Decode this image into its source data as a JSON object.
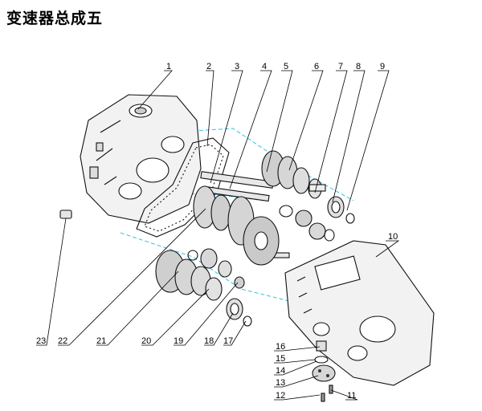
{
  "title": "变速器总成五",
  "callouts": [
    "1",
    "2",
    "3",
    "4",
    "5",
    "6",
    "7",
    "8",
    "9",
    "10",
    "11",
    "12",
    "13",
    "14",
    "15",
    "16",
    "17",
    "18",
    "19",
    "20",
    "21",
    "22",
    "23"
  ]
}
